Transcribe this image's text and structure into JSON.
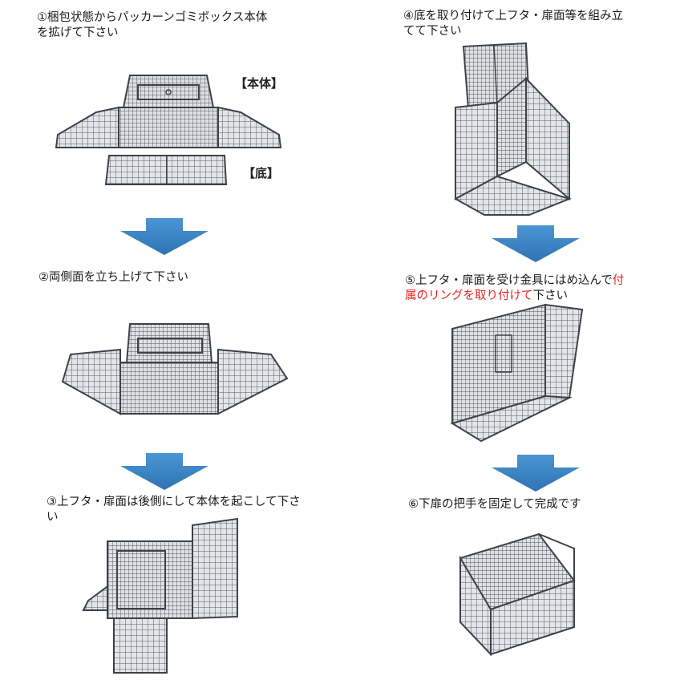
{
  "steps": {
    "s1": {
      "line1": "①梱包状態からパッカーンゴミボックス本体",
      "line2": "を拡げて下さい"
    },
    "s2": {
      "line1": "②両側面を立ち上げて下さい"
    },
    "s3": {
      "line1": "③上フタ・扉面は後側にして本体を起こして下さ",
      "line2": "い"
    },
    "s4": {
      "line1": "④底を取り付けて上フタ・扉面等を組み立",
      "line2": "てて下さい"
    },
    "s5": {
      "line1_a": "⑤上フタ・扉面を受け金具にはめ込んで",
      "line1_b": "付",
      "line2_red": "属のリングを取り付けて",
      "line2_b": "下さい"
    },
    "s6": {
      "line1": "⑥下扉の把手を固定して完成です"
    }
  },
  "labels": {
    "honntai": "【本体】",
    "soko": "【底】"
  },
  "colors": {
    "arrow": "#3d8ac9",
    "highlight": "#e8221c",
    "wire": "#4a4f58"
  }
}
